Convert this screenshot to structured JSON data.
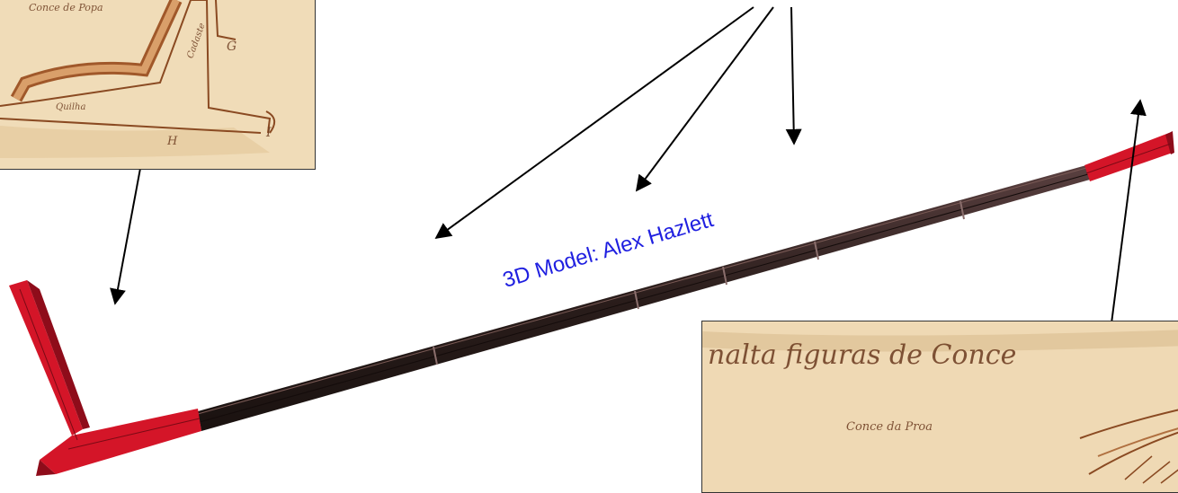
{
  "credit": {
    "text": "3D Model: Alex Hazlett",
    "color": "#1f1fe0"
  },
  "manuscript_left": {
    "labels": [
      {
        "text": "Conce de Popa"
      },
      {
        "text": "Quilha"
      },
      {
        "text": "Cadaste"
      },
      {
        "text": "G"
      },
      {
        "text": "H"
      },
      {
        "text": "I"
      }
    ]
  },
  "manuscript_right": {
    "lines": [
      {
        "text": "nalta figuras de Conce"
      },
      {
        "text": "Conce da Proa"
      }
    ]
  },
  "colors": {
    "keel": "#2e1f1c",
    "keel_end": "#d41528",
    "arrow": "#000000",
    "parchment": "#efd9b4",
    "ink": "#8a4a22"
  }
}
